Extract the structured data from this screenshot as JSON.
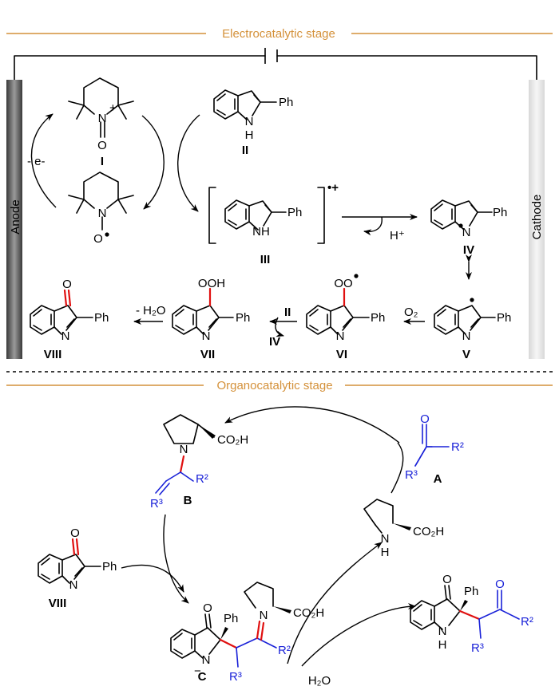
{
  "sections": {
    "electro_title": "Electrocatalytic stage",
    "organo_title": "Organocatalytic stage"
  },
  "electrodes": {
    "anode": "Anode",
    "cathode": "Cathode"
  },
  "labels": {
    "electron": "- e-",
    "I": "I",
    "II": "II",
    "III": "III",
    "IV": "IV",
    "V": "V",
    "VI": "VI",
    "VII": "VII",
    "VIII": "VIII",
    "VIII_b": "VIII",
    "A": "A",
    "B": "B",
    "C": "C"
  },
  "atoms": {
    "ph": "Ph",
    "n": "N",
    "h": "H",
    "nh": "NH",
    "o": "O",
    "ooh": "OOH",
    "oo": "OO",
    "h_plus": "H⁺",
    "o2": "O₂",
    "minus_h2o": "- H₂O",
    "h2o": "H₂O",
    "co2h": "CO₂H",
    "r2": "R²",
    "r3": "R³",
    "radical_cation": "•+",
    "plus": "+",
    "minus": "−",
    "ii_reagent": "II",
    "iv_product": "IV"
  },
  "colors": {
    "section_line": "#d4913a",
    "reactant_blue": "#1a22d8",
    "new_bond_red": "#e01010",
    "anode_dark": "#555555",
    "cathode_light": "#e4e4e4"
  }
}
